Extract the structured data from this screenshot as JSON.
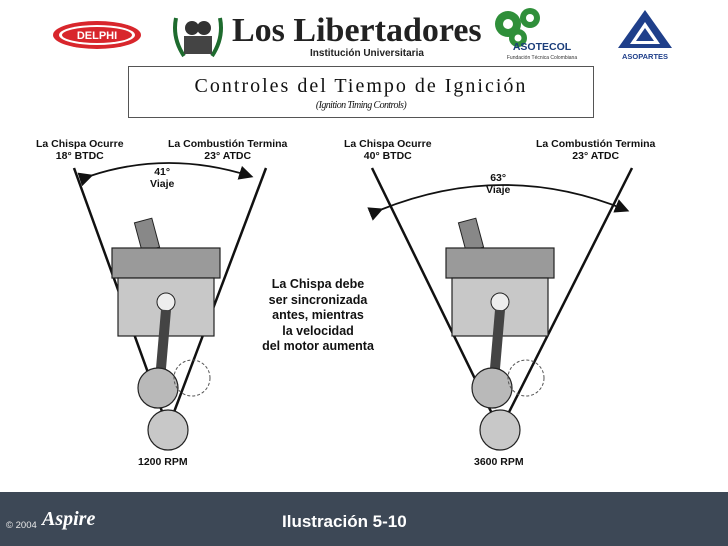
{
  "logos": {
    "delphi": "DELPHI",
    "libertadores_name": "Los Libertadores",
    "libertadores_sub": "Institución Universitaria",
    "asotecol_name": "ASOTECOL",
    "asotecol_sub": "Fundación Técnica Colombiana",
    "asopartes": "ASOPARTES"
  },
  "title": {
    "main": "Controles del Tiempo de Ignición",
    "sub": "(Ignition Timing Controls)"
  },
  "left_diagram": {
    "spark": "La Chispa Ocurre\n18° BTDC",
    "combustion": "La Combustión Termina\n23° ATDC",
    "travel": "41°\nViaje",
    "rpm": "1200 RPM"
  },
  "right_diagram": {
    "spark": "La Chispa Ocurre\n40° BTDC",
    "combustion": "La Combustión Termina\n23° ATDC",
    "travel": "63°\nViaje",
    "rpm": "3600 RPM"
  },
  "center_note": "La Chispa debe\nser sincronizada\nantes, mientras\nla velocidad\ndel motor aumenta",
  "footer": {
    "copyright": "© 2004",
    "brand": "Aspire",
    "illustration": "Ilustración 5-10",
    "bar_color": "#3d4856"
  }
}
